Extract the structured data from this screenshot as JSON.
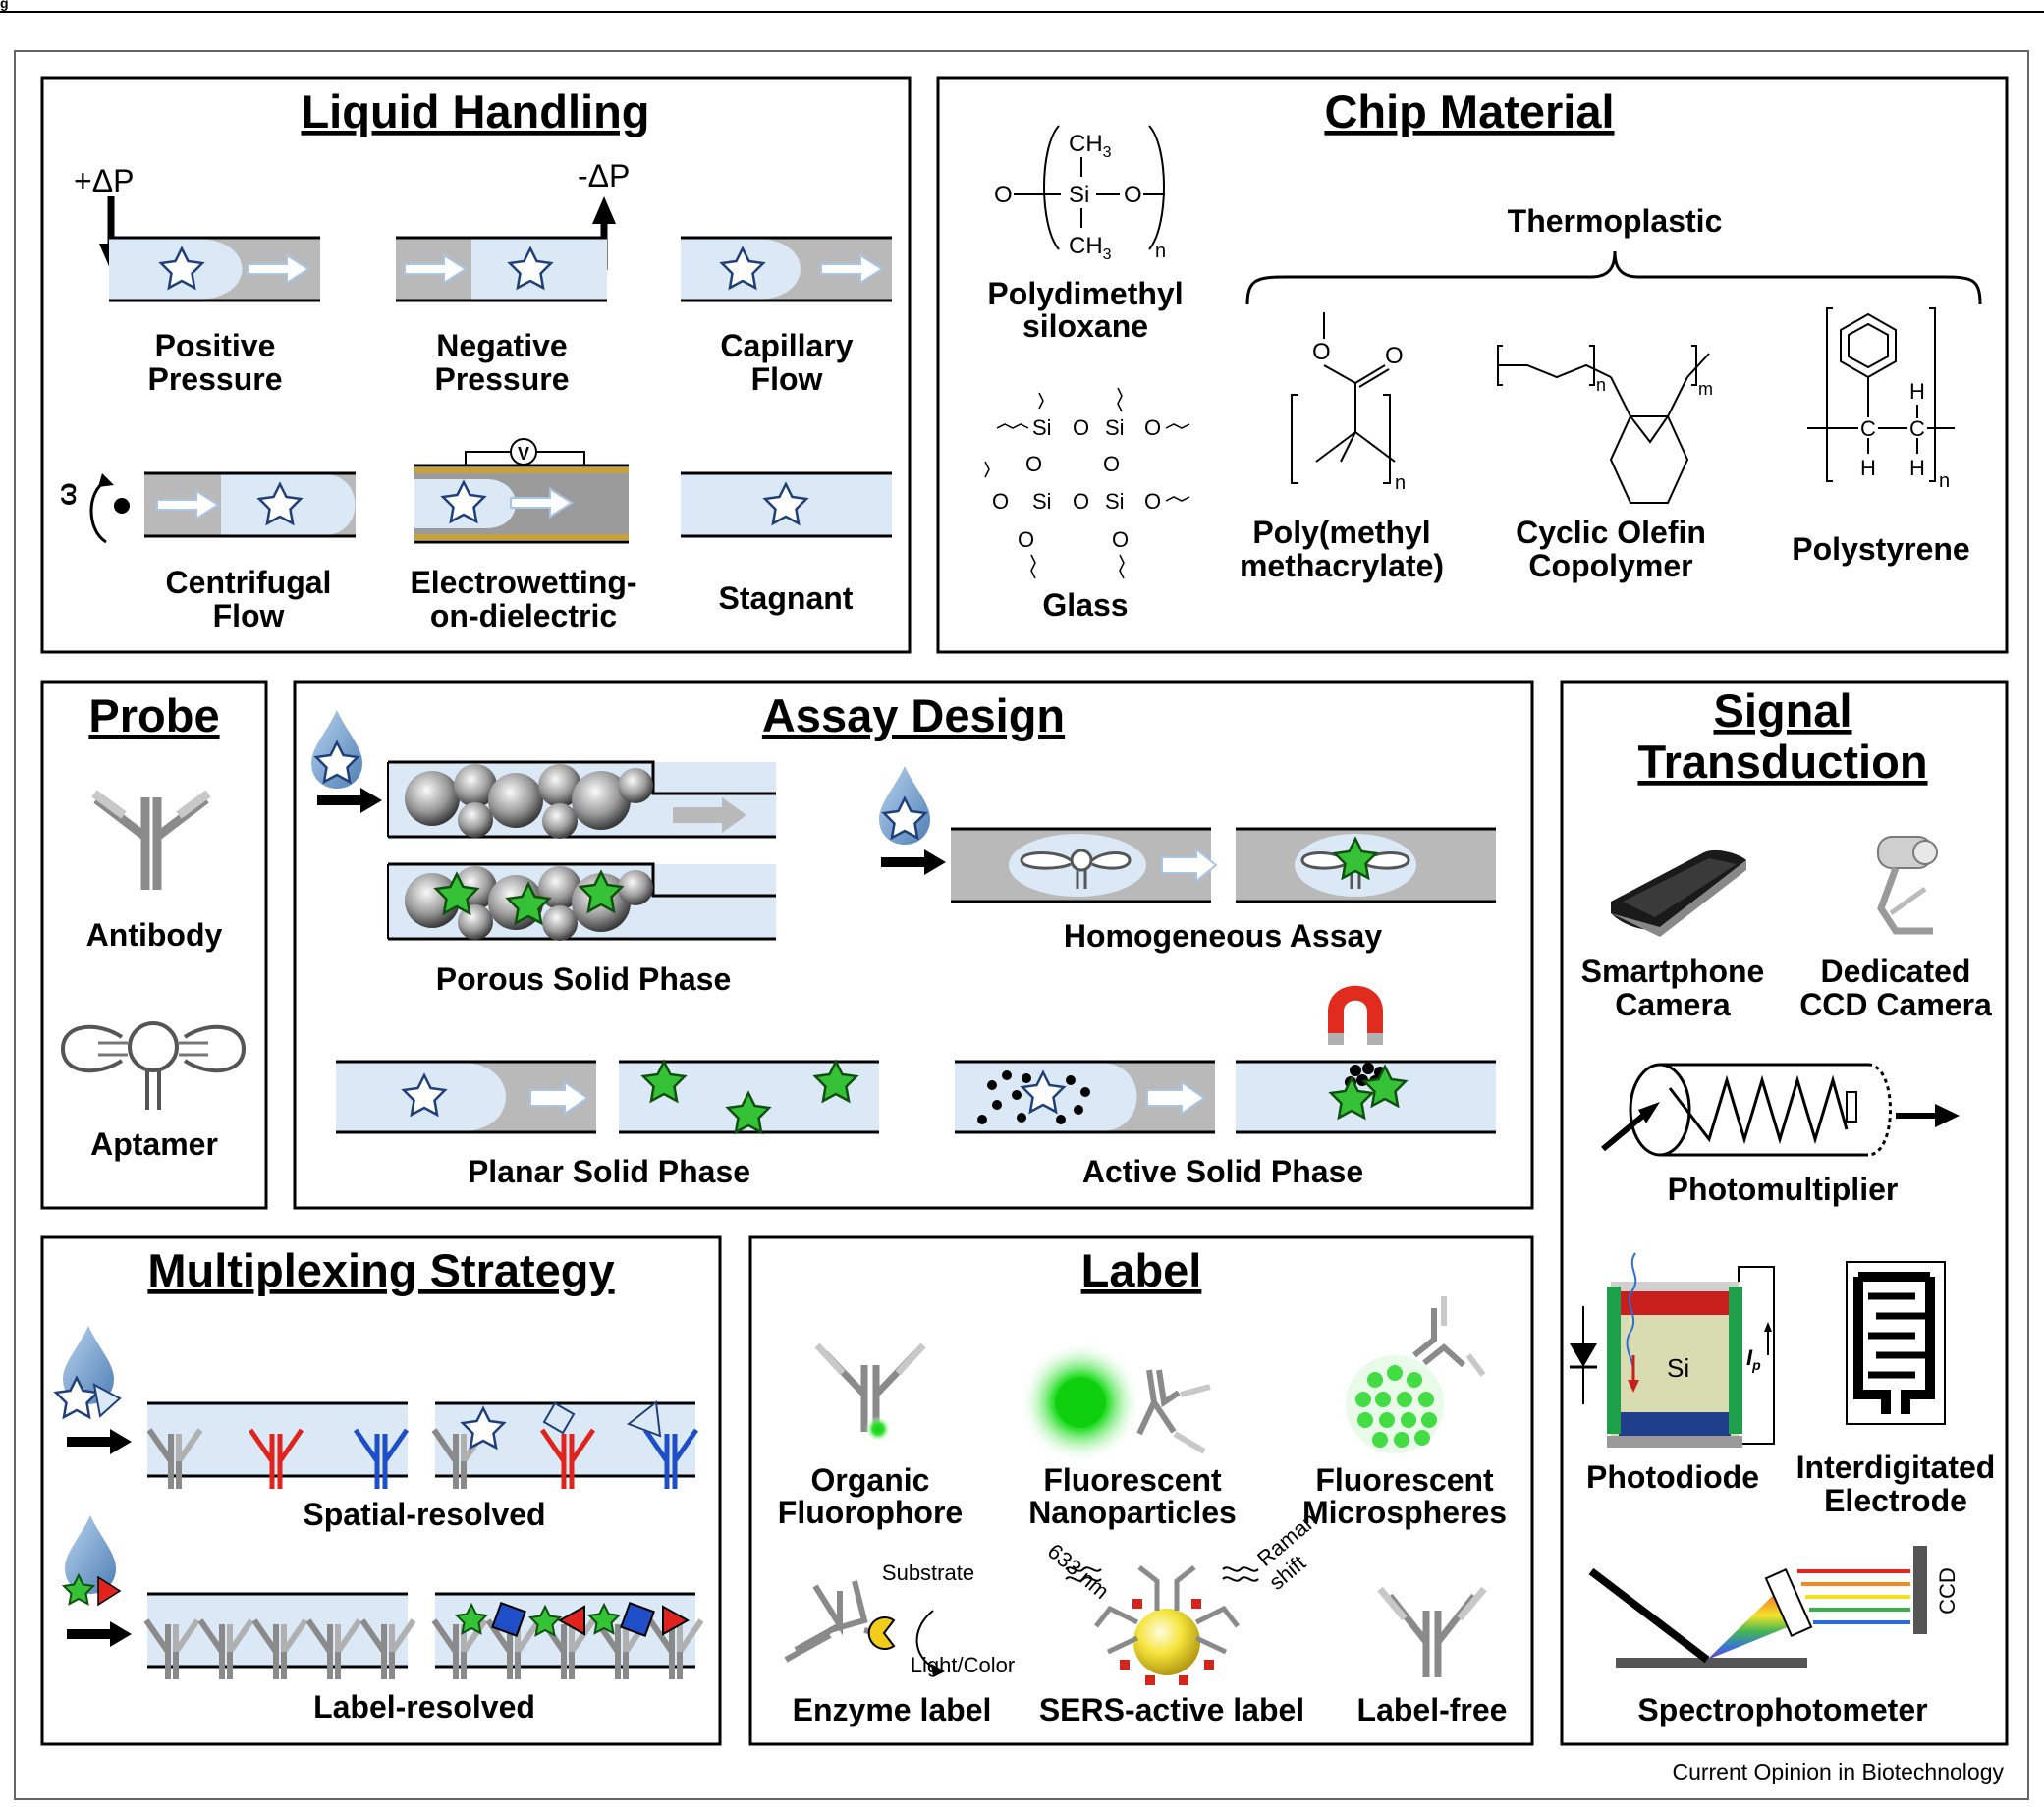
{
  "figure": {
    "top_tag": "g",
    "credit": "Current Opinion in Biotechnology"
  },
  "liquid_handling": {
    "title": "Liquid Handling",
    "plus_dp": "+ΔP",
    "minus_dp": "-ΔP",
    "omega": "ω",
    "items": [
      [
        "Positive",
        "Pressure"
      ],
      [
        "Negative",
        "Pressure"
      ],
      [
        "Capillary",
        "Flow"
      ],
      [
        "Centrifugal",
        "Flow"
      ],
      [
        "Electrowetting-",
        "on-dielectric"
      ],
      [
        "Stagnant"
      ]
    ]
  },
  "chip_material": {
    "title": "Chip Material",
    "pdms": [
      "Polydimethyl",
      "siloxane"
    ],
    "glass": "Glass",
    "thermoplastic": "Thermoplastic",
    "pmma": [
      "Poly(methyl",
      "methacrylate)"
    ],
    "coc": [
      "Cyclic Olefin",
      "Copolymer"
    ],
    "ps": "Polystyrene",
    "chem": {
      "ch3": "CH",
      "three": "3",
      "si": "Si",
      "o": "O",
      "n": "n",
      "m": "m",
      "h": "H",
      "c": "C"
    }
  },
  "probe": {
    "title": "Probe",
    "antibody": "Antibody",
    "aptamer": "Aptamer"
  },
  "assay": {
    "title": "Assay Design",
    "porous": "Porous Solid Phase",
    "homogeneous": "Homogeneous Assay",
    "planar": "Planar Solid Phase",
    "active": "Active Solid Phase"
  },
  "signal": {
    "title": [
      "Signal",
      "Transduction"
    ],
    "smartphone": [
      "Smartphone",
      "Camera"
    ],
    "ccd_camera": [
      "Dedicated",
      "CCD Camera"
    ],
    "pmt": "Photomultiplier",
    "photodiode": "Photodiode",
    "si": "Si",
    "ip": "I",
    "ip_sub": "p",
    "ide": [
      "Interdigitated",
      "Electrode"
    ],
    "spectro": "Spectrophotometer",
    "ccd": "CCD"
  },
  "multiplexing": {
    "title": "Multiplexing Strategy",
    "spatial": "Spatial-resolved",
    "label_resolved": "Label-resolved"
  },
  "label": {
    "title": "Label",
    "organic": [
      "Organic",
      "Fluorophore"
    ],
    "nano": [
      "Fluorescent",
      "Nanoparticles"
    ],
    "micro": [
      "Fluorescent",
      "Microspheres"
    ],
    "substrate": "Substrate",
    "light_color": "Light/Color",
    "nm633": "633 nm",
    "raman": [
      "Raman",
      "shift"
    ],
    "enzyme": "Enzyme label",
    "sers": "SERS-active label",
    "free": "Label-free"
  },
  "colors": {
    "channel_fill": "#dbe9f6",
    "gray": "#b9b9b9",
    "star_green": "#36c236",
    "red": "#e0231d",
    "blue": "#1e4fc8"
  }
}
